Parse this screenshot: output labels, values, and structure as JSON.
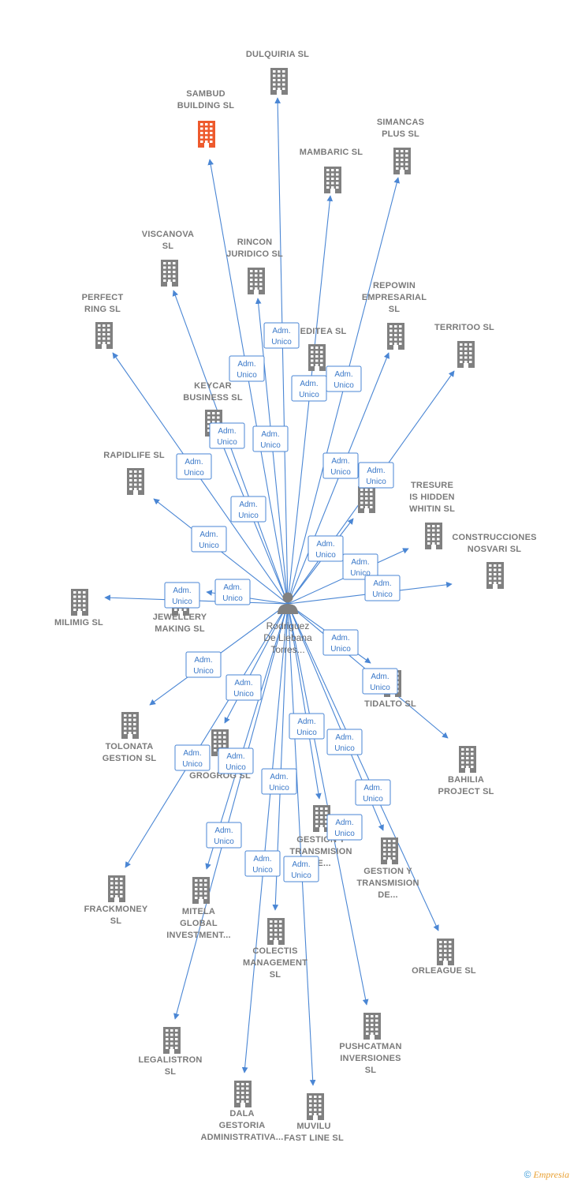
{
  "center": {
    "label_lines": [
      "Rodriguez",
      "De Liebana",
      "Torres..."
    ],
    "icon": "person-icon"
  },
  "role_label": [
    "Adm.",
    "Unico"
  ],
  "colors": {
    "edge": "#4a86d4",
    "building": "#808080",
    "highlight": "#ee5a2d",
    "person": "#808080"
  },
  "nodes": [
    {
      "id": "dulquiria",
      "lines": [
        "DULQUIRIA  SL"
      ]
    },
    {
      "id": "sambud",
      "lines": [
        "SAMBUD",
        "BUILDING  SL"
      ],
      "highlight": true
    },
    {
      "id": "simancas",
      "lines": [
        "SIMANCAS",
        "PLUS  SL"
      ]
    },
    {
      "id": "mambaric",
      "lines": [
        "MAMBARIC  SL"
      ]
    },
    {
      "id": "viscanova",
      "lines": [
        "VISCANOVA",
        "SL"
      ]
    },
    {
      "id": "rincon",
      "lines": [
        "RINCON",
        "JURIDICO SL"
      ]
    },
    {
      "id": "perfect",
      "lines": [
        "PERFECT",
        "RING  SL"
      ]
    },
    {
      "id": "repowin",
      "lines": [
        "REPOWIN",
        "EMPRESARIAL",
        "SL"
      ]
    },
    {
      "id": "editea",
      "lines": [
        "EDITEA  SL"
      ]
    },
    {
      "id": "territoo",
      "lines": [
        "TERRITOO  SL"
      ]
    },
    {
      "id": "keycar",
      "lines": [
        "KEYCAR",
        "BUSINESS  SL"
      ]
    },
    {
      "id": "rapidlife",
      "lines": [
        "RAPIDLIFE  SL"
      ]
    },
    {
      "id": "hidden",
      "lines": [
        ""
      ]
    },
    {
      "id": "tresure",
      "lines": [
        "TRESURE",
        "IS HIDDEN",
        "WHITIN  SL"
      ]
    },
    {
      "id": "construcciones",
      "lines": [
        "CONSTRUCCIONES",
        "NOSVARI SL"
      ]
    },
    {
      "id": "milimig",
      "lines": [
        "MILIMIG  SL"
      ]
    },
    {
      "id": "jewellery",
      "lines": [
        "JEWELLERY",
        "MAKING  SL"
      ]
    },
    {
      "id": "tidalto",
      "lines": [
        "TIDALTO  SL"
      ]
    },
    {
      "id": "tolonata",
      "lines": [
        "TOLONATA",
        "GESTION  SL"
      ]
    },
    {
      "id": "grogrog",
      "lines": [
        "GROGROG  SL"
      ]
    },
    {
      "id": "bahilia",
      "lines": [
        "BAHILIA",
        "PROJECT  SL"
      ]
    },
    {
      "id": "gestion1",
      "lines": [
        "GESTION Y",
        "TRANSMISION",
        "DE..."
      ]
    },
    {
      "id": "gestion2",
      "lines": [
        "GESTION Y",
        "TRANSMISION",
        "DE..."
      ]
    },
    {
      "id": "frackmoney",
      "lines": [
        "FRACKMONEY",
        "SL"
      ]
    },
    {
      "id": "mitela",
      "lines": [
        "MITELA",
        "GLOBAL",
        "INVESTMENT..."
      ]
    },
    {
      "id": "colectis",
      "lines": [
        "COLECTIS",
        "MANAGEMENT",
        "SL"
      ]
    },
    {
      "id": "orleague",
      "lines": [
        "ORLEAGUE  SL"
      ]
    },
    {
      "id": "legalistron",
      "lines": [
        "LEGALISTRON",
        "SL"
      ]
    },
    {
      "id": "pushcatman",
      "lines": [
        "PUSHCATMAN",
        "INVERSIONES",
        "SL"
      ]
    },
    {
      "id": "dala",
      "lines": [
        "DALA",
        "GESTORIA",
        "ADMINISTRATIVA..."
      ]
    },
    {
      "id": "muvilu",
      "lines": [
        "MUVILU",
        "FAST LINE  SL"
      ]
    }
  ],
  "footer": {
    "copyright": "©",
    "brand": "Empresia"
  }
}
